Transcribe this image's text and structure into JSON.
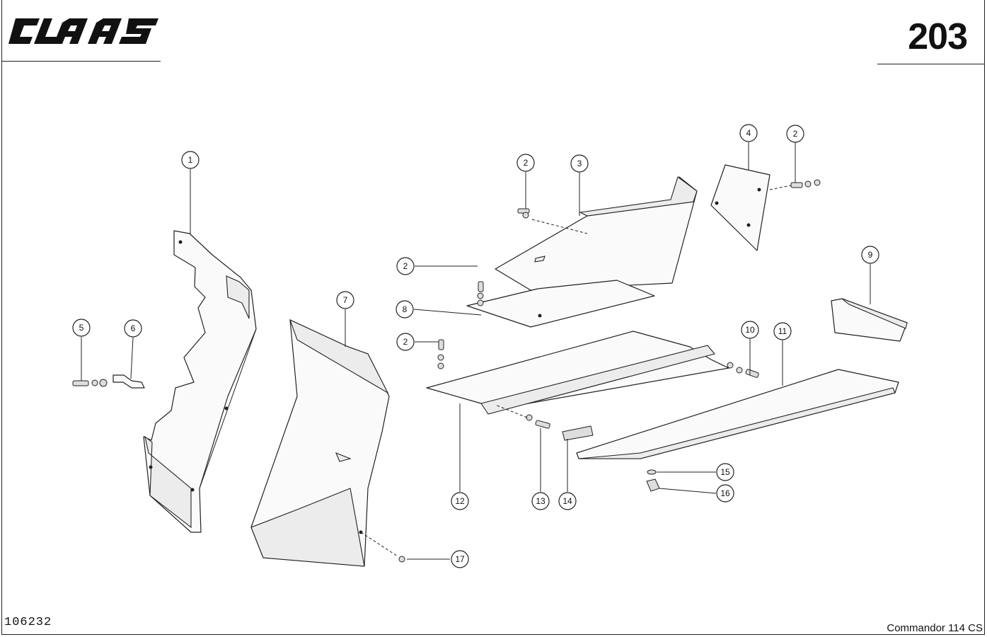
{
  "header": {
    "brand": "CLAAS",
    "page_number": "203"
  },
  "footer": {
    "reference": "106232",
    "model": "Commandor 114 CS"
  },
  "callouts": [
    {
      "id": "c1",
      "label": "1"
    },
    {
      "id": "c2a",
      "label": "2"
    },
    {
      "id": "c2b",
      "label": "2"
    },
    {
      "id": "c2c",
      "label": "2"
    },
    {
      "id": "c2d",
      "label": "2"
    },
    {
      "id": "c3",
      "label": "3"
    },
    {
      "id": "c4",
      "label": "4"
    },
    {
      "id": "c5",
      "label": "5"
    },
    {
      "id": "c6",
      "label": "6"
    },
    {
      "id": "c7",
      "label": "7"
    },
    {
      "id": "c8",
      "label": "8"
    },
    {
      "id": "c9",
      "label": "9"
    },
    {
      "id": "c10",
      "label": "10"
    },
    {
      "id": "c11",
      "label": "11"
    },
    {
      "id": "c12",
      "label": "12"
    },
    {
      "id": "c13",
      "label": "13"
    },
    {
      "id": "c14",
      "label": "14"
    },
    {
      "id": "c15",
      "label": "15"
    },
    {
      "id": "c16",
      "label": "16"
    },
    {
      "id": "c17",
      "label": "17"
    }
  ]
}
